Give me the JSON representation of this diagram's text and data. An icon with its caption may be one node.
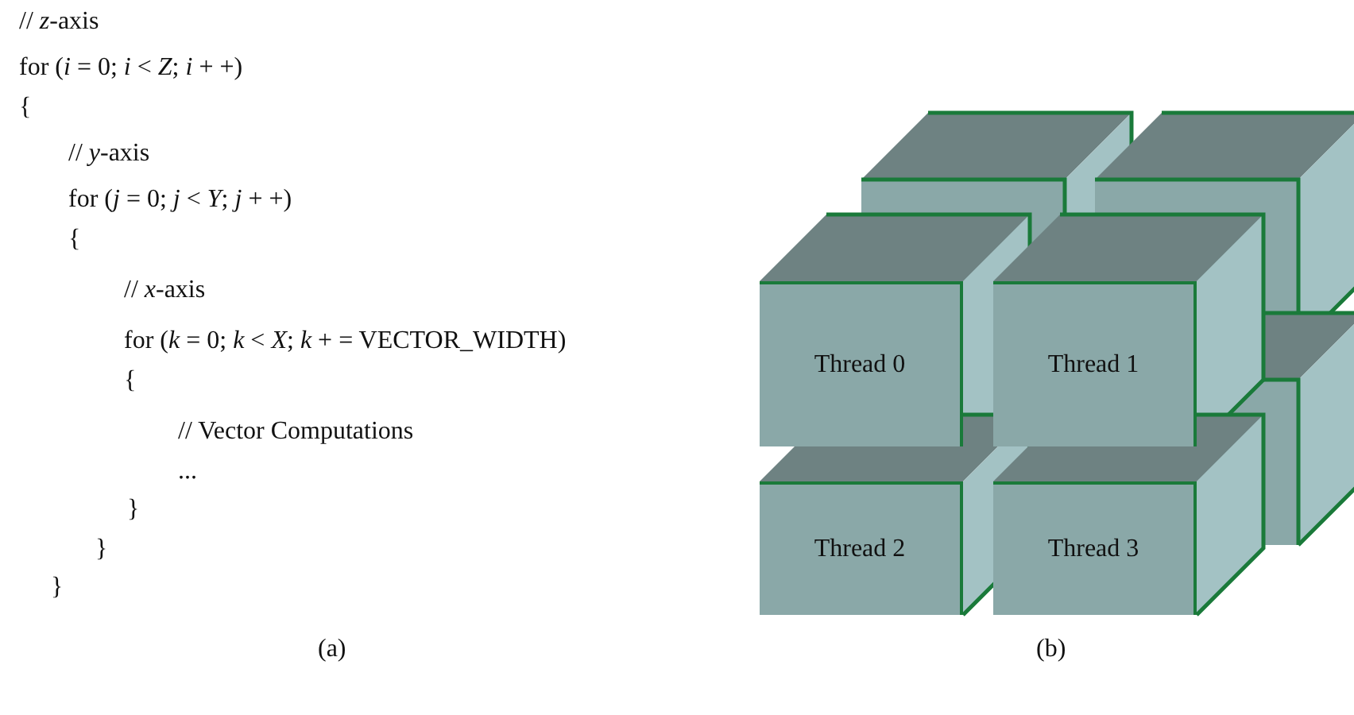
{
  "diagram": {
    "nodes": [
      {
        "text": [
          "Thread 0"
        ]
      },
      {
        "text": [
          "Thread 1"
        ]
      },
      {
        "text": [
          "Thread 2"
        ]
      },
      {
        "text": [
          "Thread 3"
        ]
      }
    ],
    "labels": [
      "// *z*-axis",
      "for (*i* = 0; *i* < *Z*; *i* + +)",
      "{",
      "// *y*-axis",
      "for (*j* = 0; *j* < *Y*; *j* + +)",
      "{",
      "// *x*-axis",
      "for (*k* = 0; *k* < *X*; *k* + = VECTOR_WIDTH)",
      "{",
      "// Vector Computations",
      "...",
      "}",
      "}",
      "}",
      "(a)",
      "(b)"
    ]
  }
}
